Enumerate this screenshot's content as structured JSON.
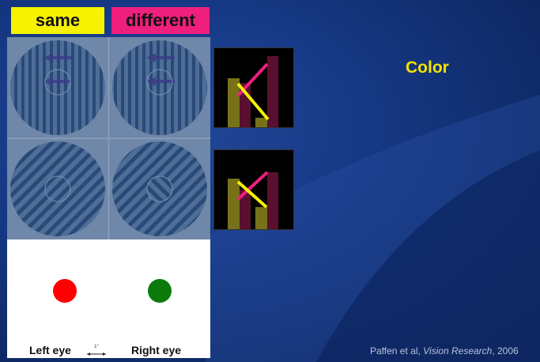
{
  "labels": {
    "same": "same",
    "different": "different",
    "left_eye": "Left eye",
    "right_eye": "Right eye",
    "scale_mark": "1°"
  },
  "title": "Color",
  "citation": {
    "authors": "Paffen et al,",
    "journal": "Vision Research",
    "year": ", 2006"
  },
  "colors": {
    "same_tag": "#f6f200",
    "different_tag": "#ee1f7d",
    "title_text": "#f4e300",
    "left_dot": "#ff0000",
    "right_dot": "#0b7a0b",
    "bar_yellow": "#77721a",
    "bar_magenta": "#5a0f2e",
    "line_yellow": "#f6f200",
    "line_magenta": "#ee1f7d"
  }
}
